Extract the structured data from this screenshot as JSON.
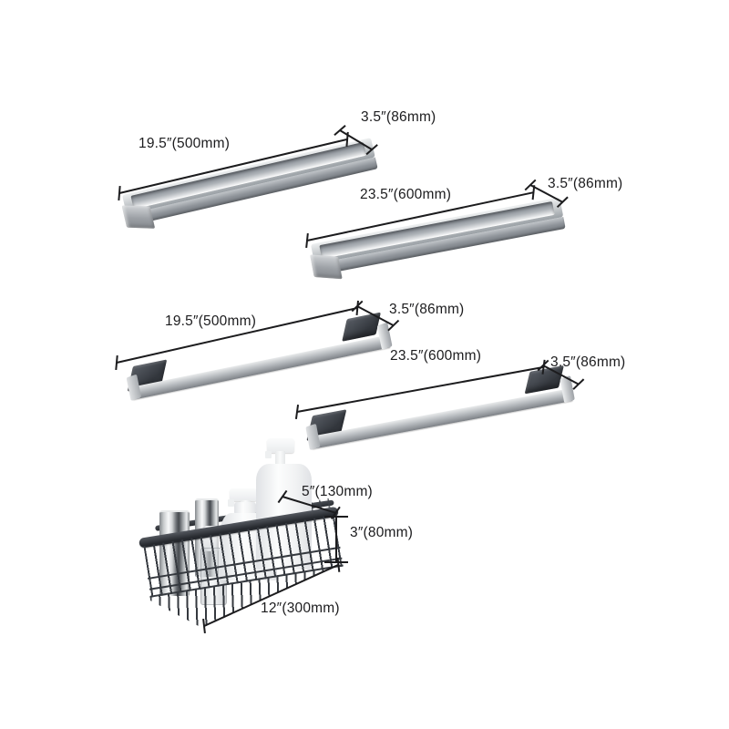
{
  "colors": {
    "bg": "#ffffff",
    "ink": "#1c1c1e",
    "steel_top_a": "#eef0f1",
    "steel_top_b": "#c3c7ca",
    "steel_top_c": "#9aa0a5",
    "steel_front_a": "#c0c4c8",
    "steel_front_b": "#8d9298",
    "steel_front_c": "#74797f",
    "slot_a": "#7c828a",
    "slot_b": "#aeb3b8",
    "slot_c": "#f3f4f5",
    "mount_a": "#595e66",
    "mount_b": "#33373d",
    "wire": "#35393f",
    "rim_a": "#54585f",
    "rim_b": "#26292e",
    "bottle_white_a": "#fcfdfd",
    "bottle_white_b": "#f1f2f3",
    "bottle_white_c": "#e0e2e5"
  },
  "annotations": {
    "bar1": {
      "length": "19.5″(500mm)",
      "width": "3.5″(86mm)"
    },
    "bar2": {
      "length": "23.5″(600mm)",
      "width": "3.5″(86mm)"
    },
    "bar3": {
      "length": "19.5″(500mm)",
      "width": "3.5″(86mm)"
    },
    "bar4": {
      "length": "23.5″(600mm)",
      "width": "3.5″(86mm)"
    },
    "basket": {
      "depth": "5″(130mm)",
      "height": "3″(80mm)",
      "length": "12″(300mm)"
    }
  }
}
